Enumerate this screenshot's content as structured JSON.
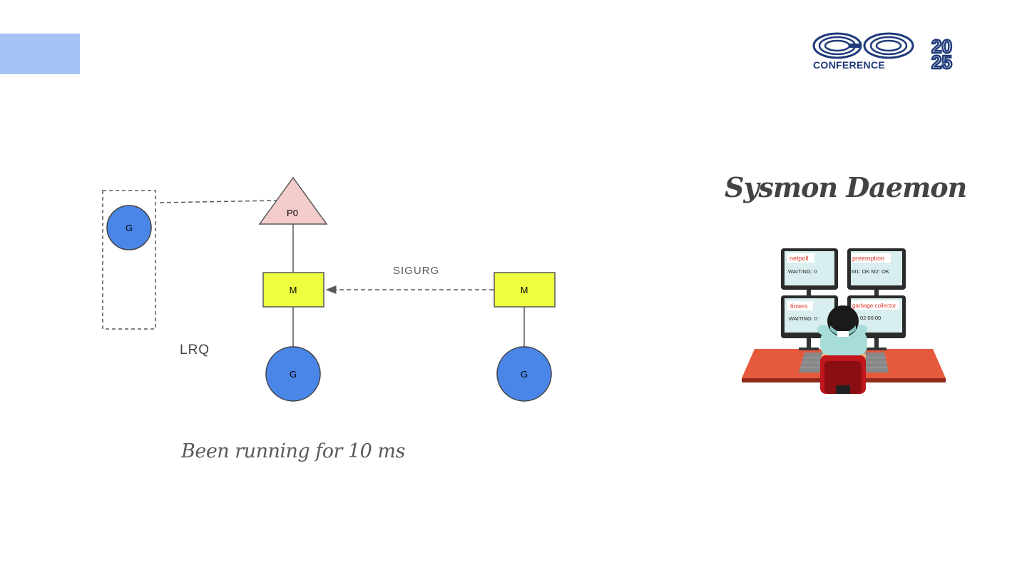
{
  "slide": {
    "title": "Sysmon Daemon",
    "caption": "Been running for 10 ms",
    "accent_color": "#a4c2f4"
  },
  "logo": {
    "top_text": "GO",
    "year_top": "20",
    "year_bottom": "25",
    "sub_text": "CONFERENCE",
    "color": "#1f3a7a"
  },
  "diagram": {
    "lrq_label": "LRQ",
    "queued_g_label": "G",
    "p_label": "P0",
    "m1_label": "M",
    "m2_label": "M",
    "g1_label": "G",
    "g2_label": "G",
    "signal_label": "SIGURG",
    "colors": {
      "g_fill": "#4a86e8",
      "m_fill": "#eeff41",
      "p_fill": "#f4cccc"
    }
  },
  "sysmon_screens": {
    "netpoll": {
      "title": "netpoll",
      "status": "WAITING: 0"
    },
    "preemption": {
      "title": "preemption",
      "status": "M1: OK M2: OK"
    },
    "timers": {
      "title": "timers",
      "status": "WAITING: 0"
    },
    "gc": {
      "title": "garbage collector",
      "status": "02:00:00"
    }
  }
}
